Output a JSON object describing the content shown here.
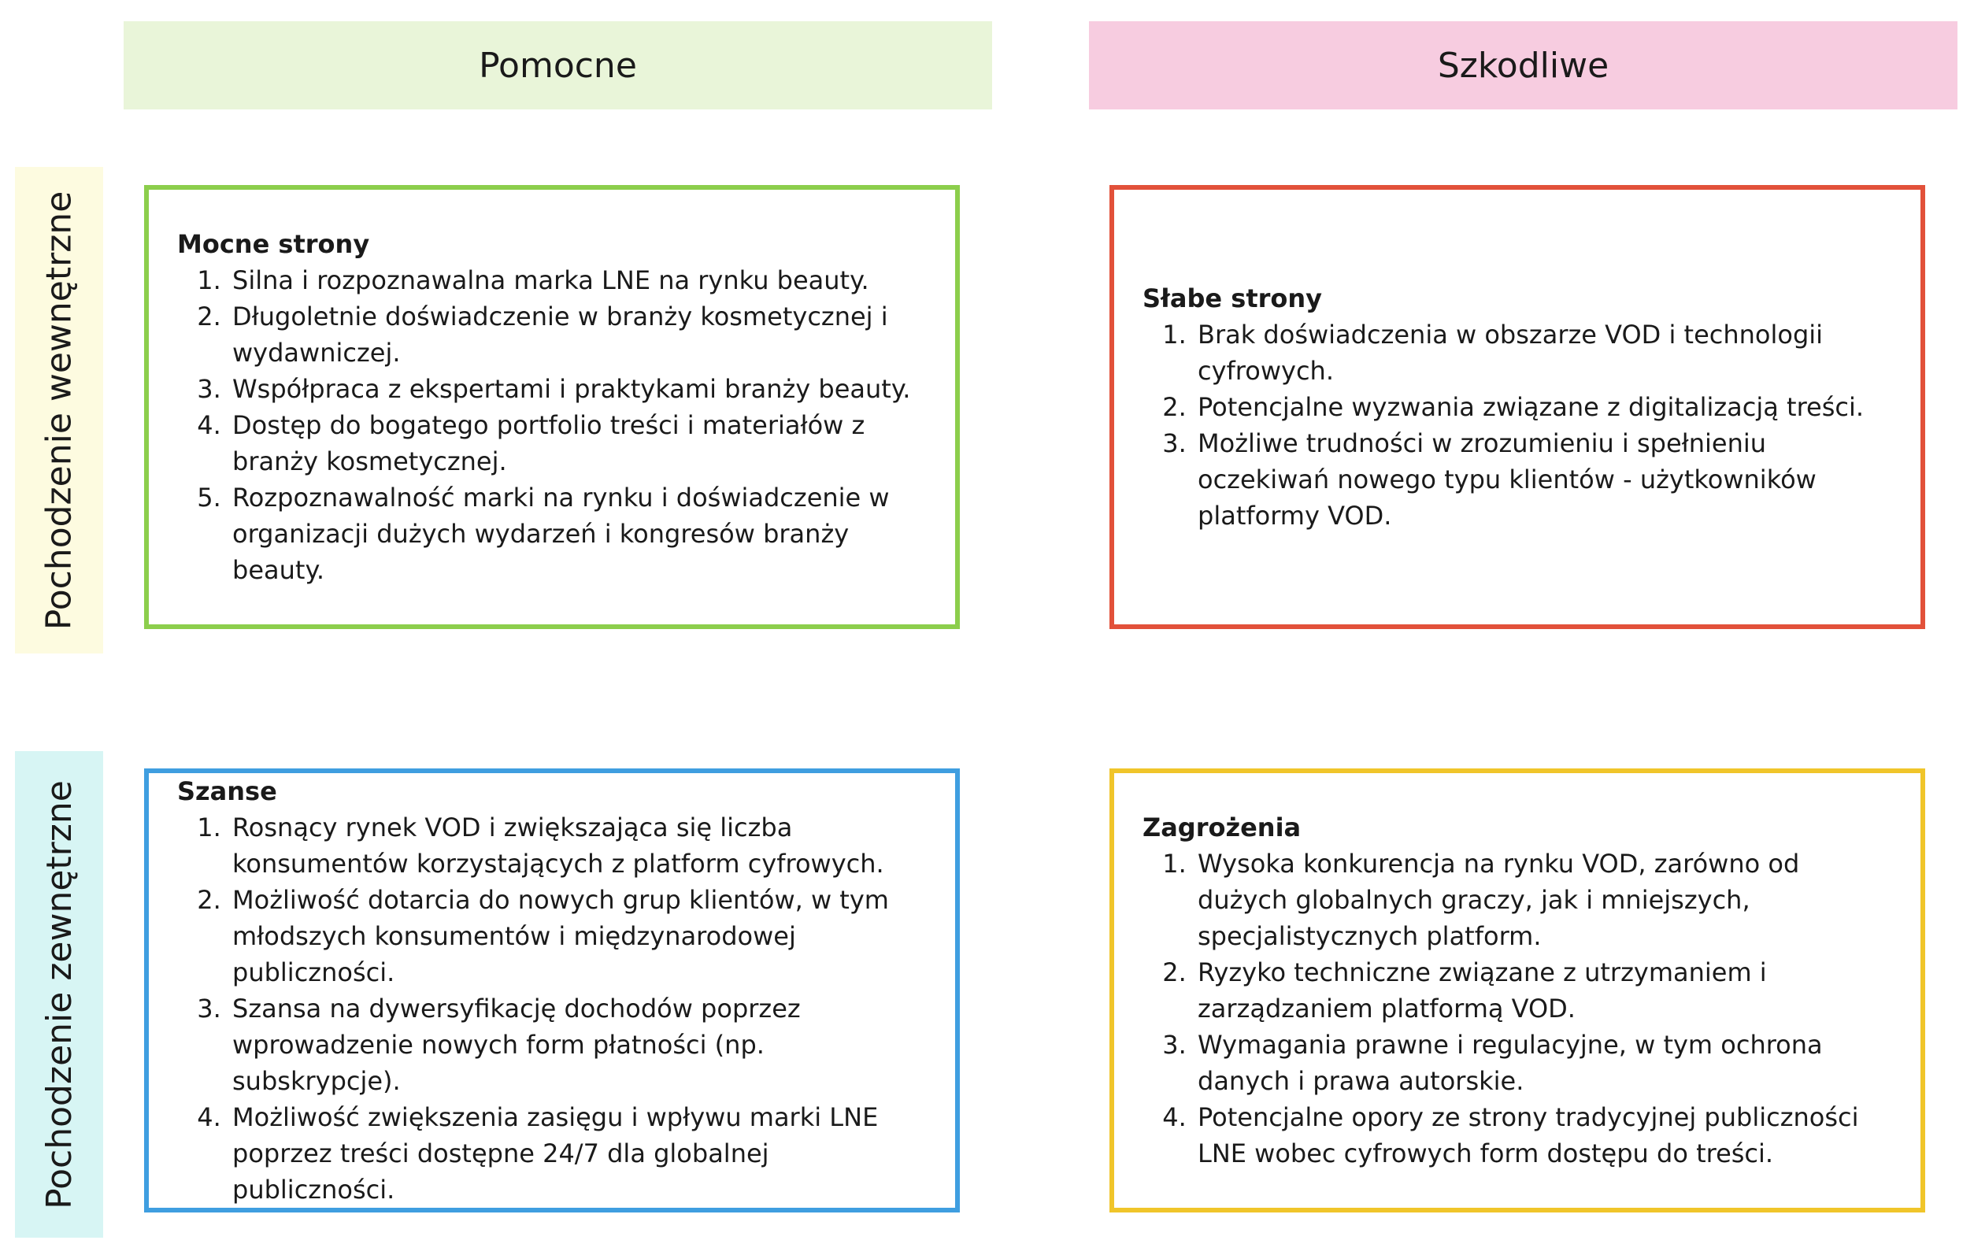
{
  "columns": {
    "helpful": "Pomocne",
    "harmful": "Szkodliwe"
  },
  "rows": {
    "internal": "Pochodzenie wewnętrzne",
    "external": "Pochodzenie zewnętrzne"
  },
  "colors": {
    "helpful_header_bg": "#e9f5d9",
    "harmful_header_bg": "#f7cce0",
    "internal_row_bg": "#fdfbe0",
    "external_row_bg": "#d7f5f4",
    "strengths_border": "#8cce4c",
    "weaknesses_border": "#e2513a",
    "opportunities_border": "#3f9ee0",
    "threats_border": "#f0c52a"
  },
  "strengths": {
    "title": "Mocne strony",
    "items": [
      "Silna i rozpoznawalna marka LNE na rynku beauty.",
      "Długoletnie doświadczenie w branży kosmetycznej i wydawniczej.",
      "Współpraca z ekspertami i praktykami branży beauty.",
      "Dostęp do bogatego portfolio treści i materiałów z branży kosmetycznej.",
      "Rozpoznawalność marki na rynku i doświadczenie w organizacji dużych wydarzeń i kongresów branży beauty."
    ]
  },
  "weaknesses": {
    "title": "Słabe strony",
    "items": [
      "Brak doświadczenia w obszarze VOD i technologii cyfrowych.",
      "Potencjalne wyzwania związane z digitalizacją treści.",
      "Możliwe trudności w zrozumieniu i spełnieniu oczekiwań nowego typu klientów - użytkowników platformy VOD."
    ]
  },
  "opportunities": {
    "title": "Szanse",
    "items": [
      "Rosnący rynek VOD i zwiększająca się liczba konsumentów korzystających z platform cyfrowych.",
      "Możliwość dotarcia do nowych grup klientów, w tym młodszych konsumentów i międzynarodowej publiczności.",
      "Szansa na dywersyfikację dochodów poprzez wprowadzenie nowych form płatności (np. subskrypcje).",
      "Możliwość zwiększenia zasięgu i wpływu marki LNE poprzez treści dostępne 24/7 dla globalnej publiczności."
    ]
  },
  "threats": {
    "title": "Zagrożenia",
    "items": [
      "Wysoka konkurencja na rynku VOD, zarówno od dużych globalnych graczy, jak i mniejszych, specjalistycznych platform.",
      "Ryzyko techniczne związane z utrzymaniem i zarządzaniem platformą VOD.",
      "Wymagania prawne i regulacyjne, w tym ochrona danych i prawa autorskie.",
      "Potencjalne opory ze strony tradycyjnej publiczności LNE wobec cyfrowych form dostępu do treści."
    ]
  }
}
